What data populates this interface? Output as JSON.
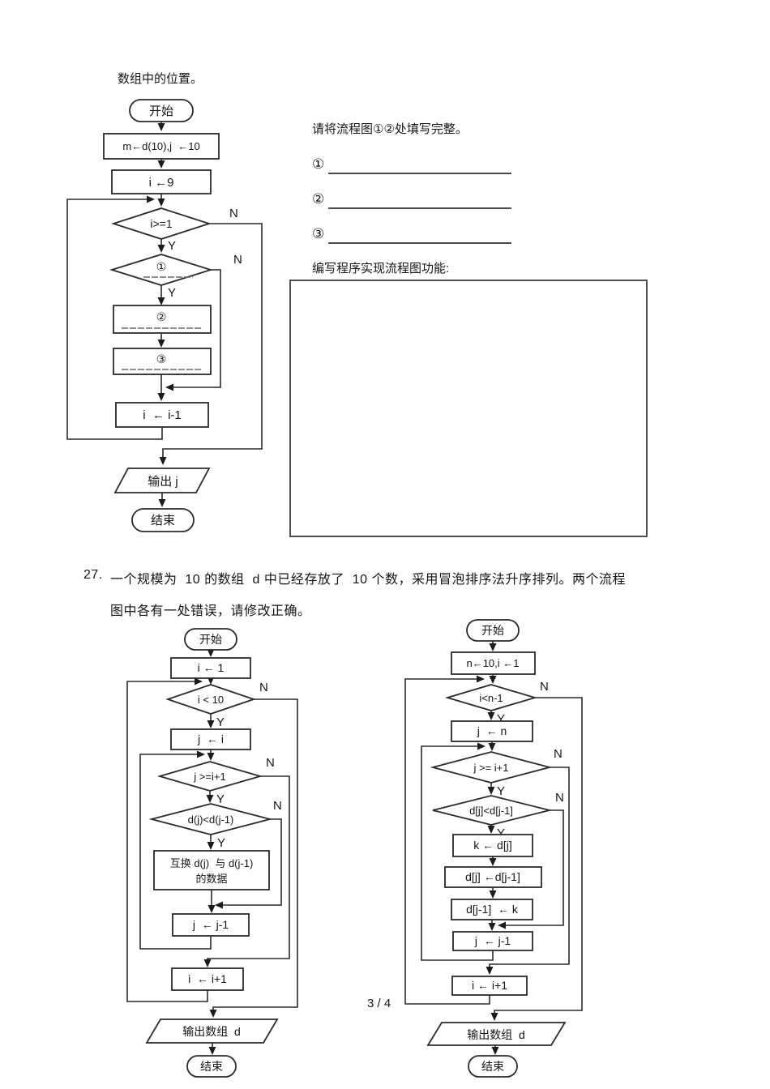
{
  "page": {
    "top_note": "数组中的位置。",
    "page_number": "3 / 4"
  },
  "labels": {
    "yes": "Y",
    "no": "N"
  },
  "fill_section": {
    "prompt": "请将流程图①②处填写完整。",
    "blank_markers": [
      "①",
      "②",
      "③"
    ],
    "program_prompt": "编写程序实现流程图功能:"
  },
  "q27": {
    "number": "27.",
    "line1": "一个规模为  10 的数组  d 中已经存放了  10 个数，采用冒泡排序法升序排列。两个流程",
    "line2": "图中各有一处错误，请修改正确。"
  },
  "fc1": {
    "start": "开始",
    "init": "m←d(10),j  ←10",
    "set_i": "i ←9",
    "cond_loop": "i>=1",
    "blank1": "①",
    "blank2": "②",
    "blank3": "③",
    "dec_i": "i  ← i-1",
    "output": "输出 j",
    "end": "结束"
  },
  "fc2": {
    "start": "开始",
    "init": "i ← 1",
    "cond_outer": "i < 10",
    "set_j": "j  ← i",
    "cond_inner": "j >=i+1",
    "cond_swap": "d(j)<d(j-1)",
    "swap_line1": "互换 d(j)  与 d(j-1)",
    "swap_line2": "的数据",
    "dec_j": "j  ← j-1",
    "inc_i": "i  ← i+1",
    "output": "输出数组  d",
    "end": "结束"
  },
  "fc3": {
    "start": "开始",
    "init": "n←10,i ←1",
    "cond_outer": "i<n-1",
    "set_j": "j  ← n",
    "cond_inner": "j >= i+1",
    "cond_swap": "d[j]<d[j-1]",
    "set_k": "k ← d[j]",
    "set_dj": "d[j] ←d[j-1]",
    "set_dj1": "d[j-1]  ← k",
    "dec_j": "j  ← j-1",
    "inc_i": "i ← i+1",
    "output": "输出数组  d",
    "end": "结束"
  }
}
